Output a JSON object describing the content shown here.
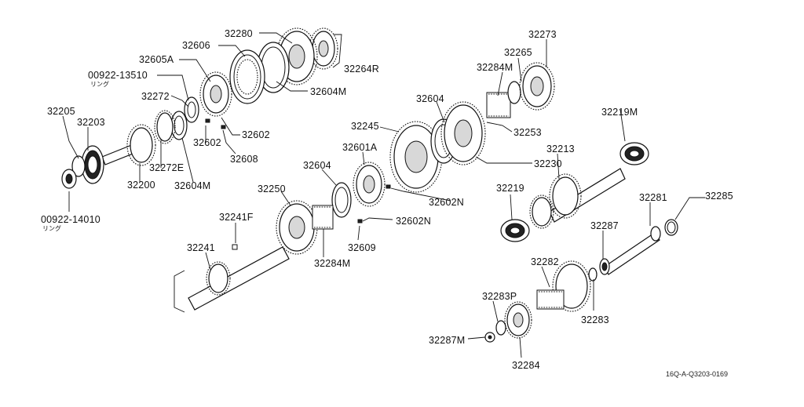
{
  "diagram": {
    "labels": {
      "p32280": "32280",
      "p32264R": "32264R",
      "p32606": "32606",
      "p32605A": "32605A",
      "p00922_13510": "00922-13510",
      "ring1": "リング",
      "p32604M_top": "32604M",
      "p32272": "32272",
      "p32602_a": "32602",
      "p32602_b": "32602",
      "p32608": "32608",
      "p32205": "32205",
      "p32203": "32203",
      "p32272E": "32272E",
      "p32200": "32200",
      "p32604M_low": "32604M",
      "p00922_14010": "00922-14010",
      "ring2": "リング",
      "p32273": "32273",
      "p32265": "32265",
      "p32284M_top": "32284M",
      "p32604_mid": "32604",
      "p32245": "32245",
      "p32253": "32253",
      "p32219M": "32219M",
      "p32601A": "32601A",
      "p32230": "32230",
      "p32213": "32213",
      "p32604_low": "32604",
      "p32250": "32250",
      "p32602N_a": "32602N",
      "p32219": "32219",
      "p32602N_b": "32602N",
      "p32281": "32281",
      "p32285": "32285",
      "p32241F": "32241F",
      "p32287": "32287",
      "p32241": "32241",
      "p32609": "32609",
      "p32284M_low": "32284M",
      "p32282": "32282",
      "p32283P": "32283P",
      "p32283": "32283",
      "p32287M": "32287M",
      "p32284": "32284",
      "code": "16Q-A-Q3203-0169"
    }
  }
}
